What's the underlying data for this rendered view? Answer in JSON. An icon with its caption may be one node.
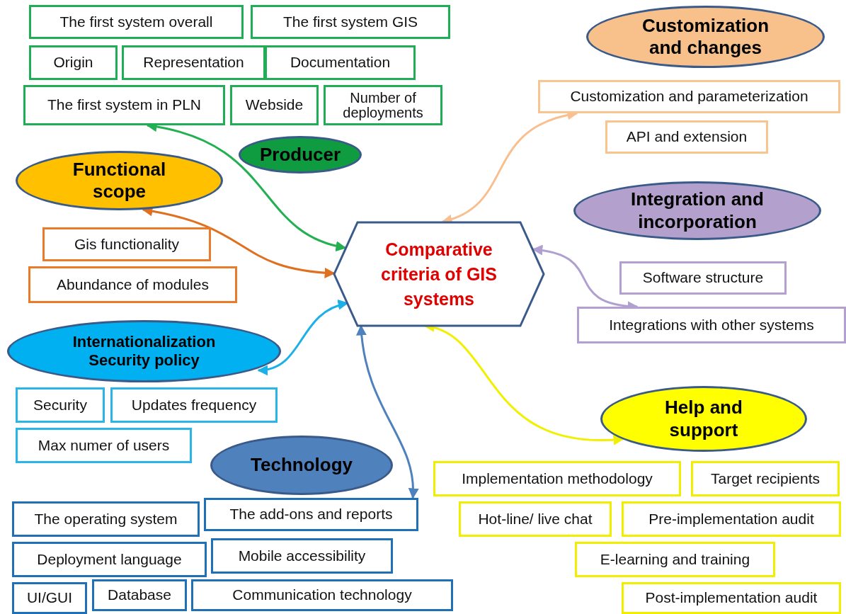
{
  "diagram": {
    "nodes": [
      {
        "text": [
          "Comparative criteria of GIS systems"
        ]
      },
      {
        "text": [
          "The first system overall"
        ]
      },
      {
        "text": [
          "The first system GIS"
        ]
      },
      {
        "text": [
          "Origin"
        ]
      },
      {
        "text": [
          "Representation"
        ]
      },
      {
        "text": [
          "Documentation"
        ]
      },
      {
        "text": [
          "The first system in PLN"
        ]
      },
      {
        "text": [
          "Webside"
        ]
      },
      {
        "text": [
          "Number of deployments"
        ]
      },
      {
        "text": [
          "Producer"
        ]
      },
      {
        "text": [
          "Functional scope"
        ]
      },
      {
        "text": [
          "Gis functionality"
        ]
      },
      {
        "text": [
          "Abundance of modules"
        ]
      },
      {
        "text": [
          "Customization and changes"
        ]
      },
      {
        "text": [
          "Customization and parameterization"
        ]
      },
      {
        "text": [
          "API and extension"
        ]
      },
      {
        "text": [
          "Integration and incorporation"
        ]
      },
      {
        "text": [
          "Software structure"
        ]
      },
      {
        "text": [
          "Integrations with other systems"
        ]
      },
      {
        "text": [
          "Internationalization Security policy"
        ]
      },
      {
        "text": [
          "Security"
        ]
      },
      {
        "text": [
          "Updates frequency"
        ]
      },
      {
        "text": [
          "Max numer of users"
        ]
      },
      {
        "text": [
          "Technology"
        ]
      },
      {
        "text": [
          "The operating system"
        ]
      },
      {
        "text": [
          "The add-ons and reports"
        ]
      },
      {
        "text": [
          "Deployment language"
        ]
      },
      {
        "text": [
          "Mobile accessibility"
        ]
      },
      {
        "text": [
          "UI/GUI"
        ]
      },
      {
        "text": [
          "Database"
        ]
      },
      {
        "text": [
          "Communication technology"
        ]
      },
      {
        "text": [
          "Help and support"
        ]
      },
      {
        "text": [
          "Implementation methodology"
        ]
      },
      {
        "text": [
          "Target recipients"
        ]
      },
      {
        "text": [
          "Hot-line/ live chat"
        ]
      },
      {
        "text": [
          "Pre-implementation audit"
        ]
      },
      {
        "text": [
          "E-learning and training"
        ]
      },
      {
        "text": [
          "Post-implementation audit"
        ]
      }
    ],
    "edges": [
      {
        "from": 0,
        "to": 6,
        "arrow": "both",
        "color": "#22b050"
      },
      {
        "from": 0,
        "to": 10,
        "arrow": "both",
        "color": "#e07020"
      },
      {
        "from": 0,
        "to": 19,
        "arrow": "both",
        "color": "#1cb0e8"
      },
      {
        "from": 0,
        "to": 25,
        "arrow": "both",
        "color": "#4f81bd"
      },
      {
        "from": 0,
        "to": 31,
        "arrow": "both",
        "color": "#f0f000"
      },
      {
        "from": 0,
        "to": 18,
        "arrow": "both",
        "color": "#b0a0d0"
      },
      {
        "from": 0,
        "to": 14,
        "arrow": "both",
        "color": "#f8c090"
      }
    ]
  }
}
